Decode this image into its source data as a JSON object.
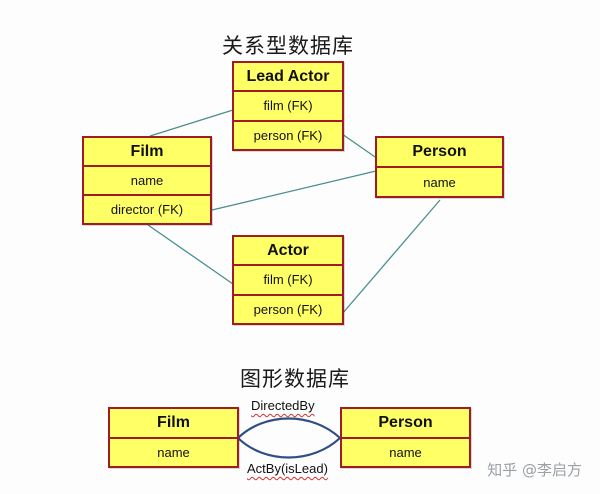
{
  "relational": {
    "heading": "关系型数据库",
    "lead_actor": {
      "title": "Lead Actor",
      "fields": [
        "film (FK)",
        "person (FK)"
      ]
    },
    "film": {
      "title": "Film",
      "fields": [
        "name",
        "director (FK)"
      ]
    },
    "person": {
      "title": "Person",
      "fields": [
        "name"
      ]
    },
    "actor": {
      "title": "Actor",
      "fields": [
        "film (FK)",
        "person (FK)"
      ]
    }
  },
  "graph": {
    "heading": "图形数据库",
    "film": {
      "title": "Film",
      "fields": [
        "name"
      ]
    },
    "person": {
      "title": "Person",
      "fields": [
        "name"
      ]
    },
    "edge_top": "DirectedBy",
    "edge_bottom": "ActBy(isLead)"
  },
  "watermark": "知乎 @李启方",
  "colors": {
    "entity_fill": "#ffff66",
    "entity_border": "#a01c24",
    "relational_line": "#4a8f8f",
    "graph_edge": "#2d4f86"
  }
}
